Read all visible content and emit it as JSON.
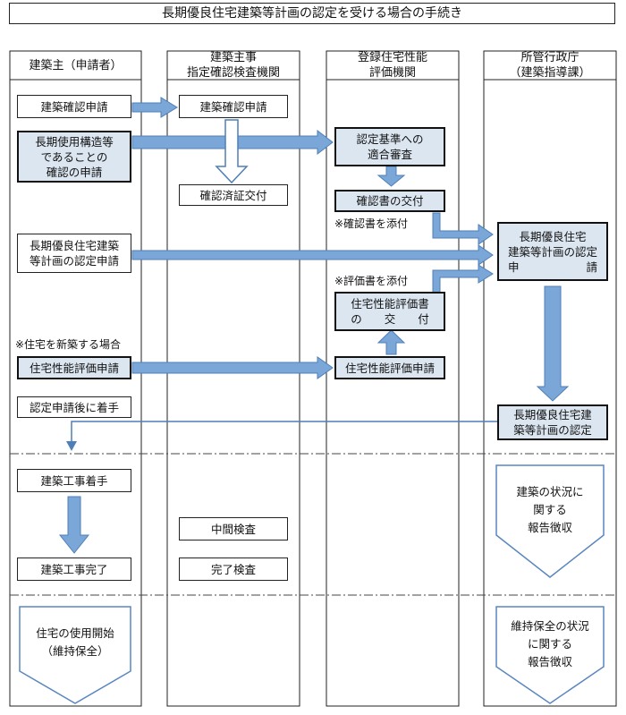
{
  "title": "長期優良住宅建築等計画の認定を受ける場合の手続き",
  "lanes": [
    {
      "id": "applicant",
      "header": "建築主（申請者）"
    },
    {
      "id": "inspection",
      "header": "建築主事\n指定確認検査機関"
    },
    {
      "id": "evaluation",
      "header": "登録住宅性能\n評価機関"
    },
    {
      "id": "government",
      "header": "所管行政庁\n（建築指導課）"
    }
  ],
  "boxes": {
    "applicant_confirm": "建築確認申請",
    "inspection_confirm": "建築確認申請",
    "long_term_structure": "長期使用構造等\nであることの\n確認の申請",
    "standard_review": "認定基準への\n適合審査",
    "confirm_cert_issued": "確認済証交付",
    "cert_issue": "確認書の交付",
    "plan_application": "長期優良住宅建築\n等計画の認定申請",
    "gov_application": "長期優良住宅\n建築等計画の認定\n申　　　　　　請",
    "eval_cert_issue": "住宅性能評価書\nの　　交　　付",
    "performance_application": "住宅性能評価申請",
    "eval_performance_application": "住宅性能評価申請",
    "start_after": "認定申請後に着手",
    "gov_approval": "長期優良住宅建\n築等計画の認定",
    "construction_start": "建築工事着手",
    "interim_inspection": "中間検査",
    "construction_complete": "建築工事完了",
    "completion_inspection": "完了検査"
  },
  "notes": {
    "attach_cert": "※確認書を添付",
    "attach_eval": "※評価書を添付",
    "new_build": "※住宅を新築する場合"
  },
  "pentagons": {
    "gov_status_report": "建築の状況に\n関する\n報告徴収",
    "usage_start": "住宅の使用開始\n（維持保全）",
    "gov_maintenance_report": "維持保全の状況\nに関する\n報告徴収"
  },
  "colors": {
    "arrow_fill": "#7aa7d8",
    "arrow_stroke": "#4f7fb8",
    "box_fill": "#dce6f1",
    "line": "#222222"
  }
}
